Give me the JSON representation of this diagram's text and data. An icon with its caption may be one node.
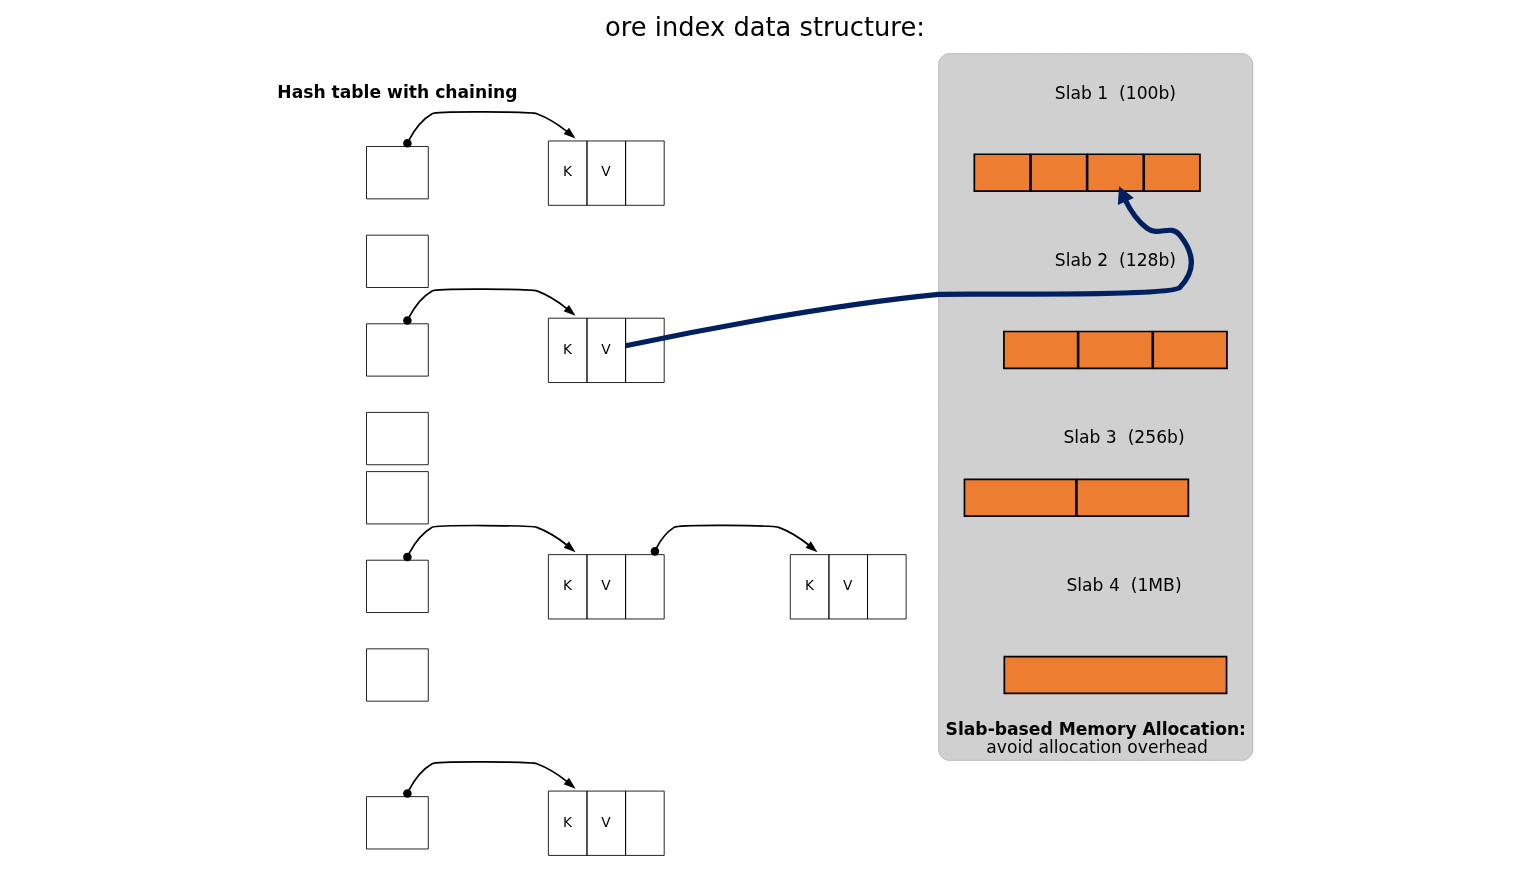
{
  "diagram": {
    "title": "ore index data structure:",
    "nodes": [
      {
        "text": [],
        "shape": "box"
      },
      {
        "text": [],
        "shape": "box"
      },
      {
        "text": [],
        "shape": "box"
      },
      {
        "text": [],
        "shape": "box"
      },
      {
        "text": [],
        "shape": "box"
      },
      {
        "text": [],
        "shape": "box"
      },
      {
        "text": [],
        "shape": "box"
      },
      {
        "text": [],
        "shape": "box"
      },
      {
        "text": [
          "K",
          "V"
        ]
      },
      {
        "text": [
          "K",
          "V"
        ]
      },
      {
        "text": [
          "K",
          "V"
        ]
      },
      {
        "text": [
          "K",
          "V"
        ]
      },
      {
        "text": [
          "K",
          "V"
        ]
      },
      {
        "text": [
          "Slab-based Memory Allocation:",
          "avoid allocation overhead"
        ]
      },
      {
        "text": [],
        "shape": "bar",
        "in": 13
      },
      {
        "text": [],
        "shape": "bar",
        "in": 13
      },
      {
        "text": [],
        "shape": "bar",
        "in": 13
      },
      {
        "text": [],
        "shape": "bar",
        "in": 13
      },
      {
        "text": [],
        "shape": "bar",
        "in": 13
      },
      {
        "text": [],
        "shape": "bar",
        "in": 13
      },
      {
        "text": [],
        "shape": "bar",
        "in": 13
      },
      {
        "text": [],
        "shape": "bar",
        "in": 13
      },
      {
        "text": [],
        "shape": "bar",
        "in": 13
      },
      {
        "text": [],
        "shape": "bar",
        "in": 13
      }
    ],
    "edges": [
      {
        "from": 0,
        "to": 8,
        "arrow": "to"
      },
      {
        "from": 2,
        "to": 9,
        "arrow": "to"
      },
      {
        "from": 5,
        "to": 10,
        "arrow": "to"
      },
      {
        "from": 10,
        "to": 11,
        "arrow": "to"
      },
      {
        "from": 7,
        "to": 12,
        "arrow": "to"
      },
      {
        "from": 9,
        "to": 16,
        "arrow": "to",
        "style": "thick",
        "color": "#002060"
      }
    ],
    "labels": [
      "Hash table with chaining",
      "Slab 1  (100b)",
      "Slab 2  (128b)",
      "Slab 3  (256b)",
      "Slab 4  (1MB)"
    ]
  }
}
